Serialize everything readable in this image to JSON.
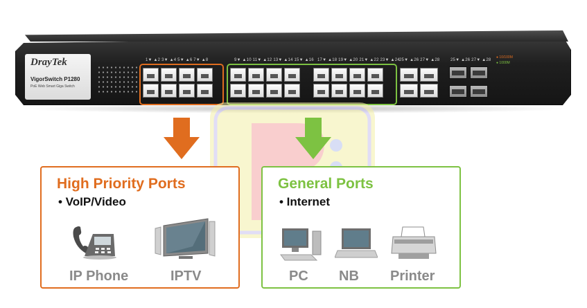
{
  "switch": {
    "brand": "DrayTek",
    "model": "VigorSwitch P1280",
    "model_sub": "PoE Web Smart Giga Switch",
    "port_labels_left": "1▼  ▲2   3▼  ▲4   5▼  ▲6   7▼  ▲8",
    "port_labels_mid": "9▼  ▲10  11▼  ▲12  13▼  ▲14  15▼  ▲16",
    "port_labels_mid2": "17▼  ▲18  19▼  ▲20  21▼  ▲22  23▼  ▲24",
    "port_labels_right": "25▼  ▲26  27▼  ▲28",
    "port_labels_sfp": "25▼  ▲26  27▼  ▲28",
    "legend_1": "10/100M",
    "legend_2": "1000M",
    "colors": {
      "high_priority": "#e06d1f",
      "general": "#7dc242",
      "device_label": "#8a8a8a"
    }
  },
  "high_priority": {
    "title": "High Priority Ports",
    "item": "• VoIP/Video",
    "devices": [
      {
        "icon": "ip-phone-icon",
        "label": "IP Phone"
      },
      {
        "icon": "iptv-icon",
        "label": "IPTV"
      }
    ]
  },
  "general": {
    "title": "General Ports",
    "item": "• Internet",
    "devices": [
      {
        "icon": "pc-icon",
        "label": "PC"
      },
      {
        "icon": "notebook-icon",
        "label": "NB"
      },
      {
        "icon": "printer-icon",
        "label": "Printer"
      }
    ]
  }
}
